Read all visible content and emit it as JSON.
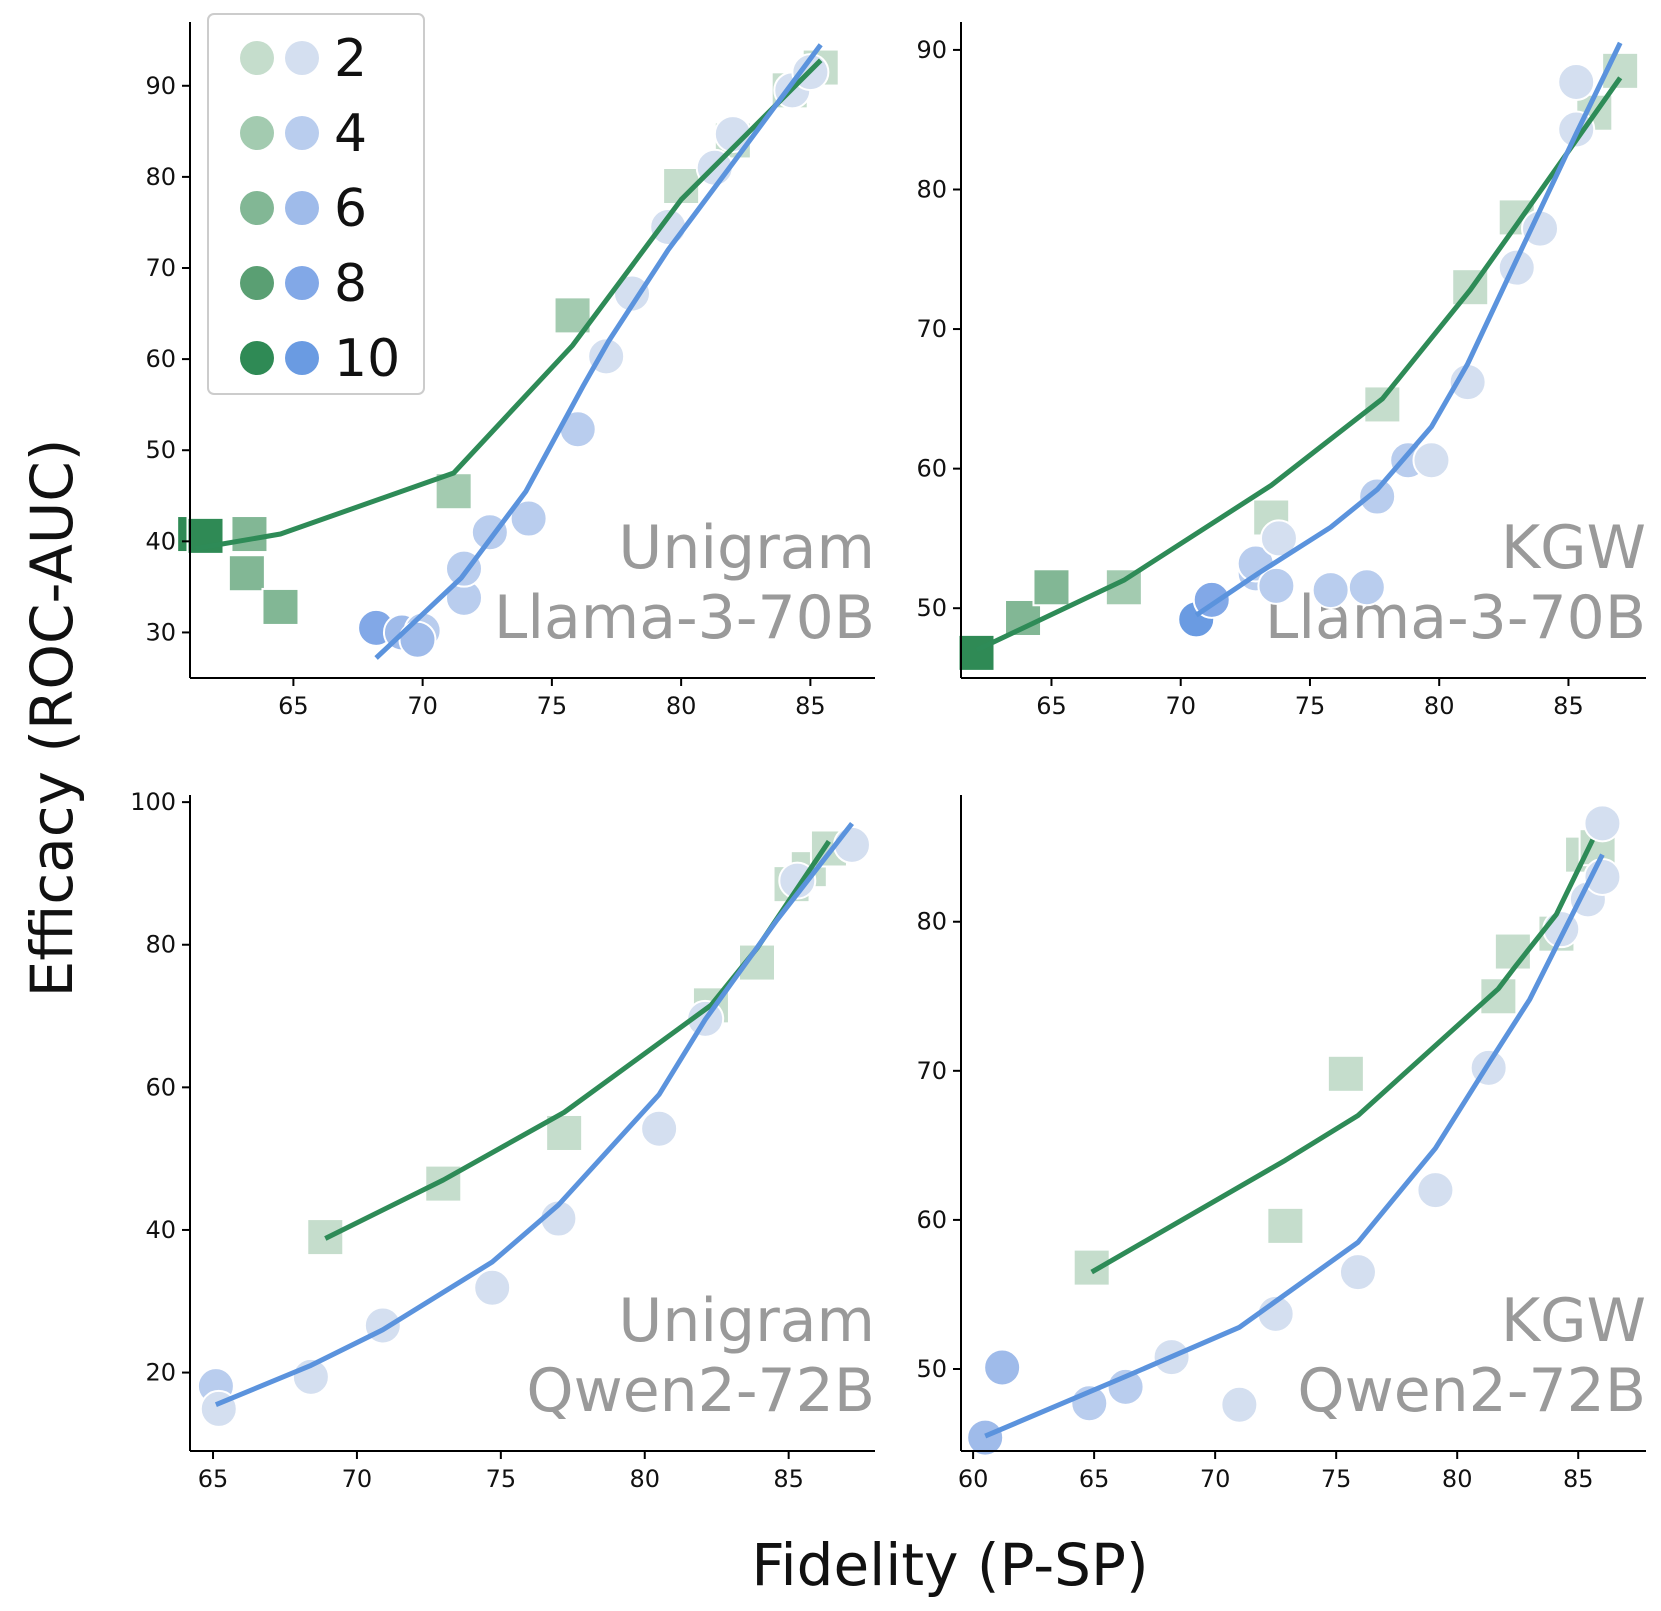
{
  "figure": {
    "xlabel": "Fidelity (P-SP)",
    "ylabel": "Efficacy (ROC-AUC)"
  },
  "legend": {
    "placement": "upper-left of top-left panel",
    "entries": [
      {
        "label": "2",
        "green": "#c5ddcc",
        "blue": "#d4dff0"
      },
      {
        "label": "4",
        "green": "#a3cbb0",
        "blue": "#b9cdee"
      },
      {
        "label": "6",
        "green": "#82b795",
        "blue": "#9fbbea"
      },
      {
        "label": "8",
        "green": "#5a9f73",
        "blue": "#82a8e7"
      },
      {
        "label": "10",
        "green": "#2f8a55",
        "blue": "#6a9be2"
      }
    ]
  },
  "colors": {
    "green_line": "#2e8b57",
    "blue_line": "#5b93dd",
    "watermark": "#9a9a9a"
  },
  "chart_data": [
    {
      "type": "scatter",
      "title_watermark": [
        "Unigram",
        "Llama-3-70B"
      ],
      "xlim": [
        61,
        87.5
      ],
      "ylim": [
        25,
        97
      ],
      "xticks": [
        65,
        70,
        75,
        80,
        85
      ],
      "yticks": [
        30,
        40,
        50,
        60,
        70,
        80,
        90
      ],
      "squares": [
        {
          "x": 61.2,
          "y": 40.8,
          "level": 10
        },
        {
          "x": 61.6,
          "y": 40.6,
          "level": 10
        },
        {
          "x": 63.3,
          "y": 40.8,
          "level": 6
        },
        {
          "x": 63.2,
          "y": 36.5,
          "level": 6
        },
        {
          "x": 64.5,
          "y": 32.8,
          "level": 6
        },
        {
          "x": 71.2,
          "y": 45.5,
          "level": 4
        },
        {
          "x": 75.8,
          "y": 64.8,
          "level": 4
        },
        {
          "x": 80.0,
          "y": 79.0,
          "level": 2
        },
        {
          "x": 82.0,
          "y": 84.0,
          "level": 2
        },
        {
          "x": 84.2,
          "y": 89.5,
          "level": 2
        },
        {
          "x": 85.4,
          "y": 92.0,
          "level": 2
        }
      ],
      "circles": [
        {
          "x": 68.2,
          "y": 30.5,
          "level": 8
        },
        {
          "x": 69.2,
          "y": 30.0,
          "level": 6
        },
        {
          "x": 70.0,
          "y": 30.2,
          "level": 4
        },
        {
          "x": 69.8,
          "y": 29.2,
          "level": 6
        },
        {
          "x": 71.6,
          "y": 33.8,
          "level": 4
        },
        {
          "x": 71.6,
          "y": 37.0,
          "level": 4
        },
        {
          "x": 72.6,
          "y": 41.0,
          "level": 4
        },
        {
          "x": 74.1,
          "y": 42.5,
          "level": 4
        },
        {
          "x": 76.0,
          "y": 52.3,
          "level": 4
        },
        {
          "x": 77.1,
          "y": 60.3,
          "level": 2
        },
        {
          "x": 78.1,
          "y": 67.2,
          "level": 2
        },
        {
          "x": 79.5,
          "y": 74.5,
          "level": 2
        },
        {
          "x": 81.3,
          "y": 81.0,
          "level": 2
        },
        {
          "x": 82.0,
          "y": 84.7,
          "level": 2
        },
        {
          "x": 84.3,
          "y": 89.5,
          "level": 2
        },
        {
          "x": 85.0,
          "y": 91.5,
          "level": 2
        }
      ],
      "green_line": [
        [
          61.2,
          39.2
        ],
        [
          64.5,
          40.8
        ],
        [
          71.2,
          47.5
        ],
        [
          75.8,
          61.5
        ],
        [
          80.0,
          77.5
        ],
        [
          85.4,
          92.8
        ]
      ],
      "blue_line": [
        [
          68.2,
          27.2
        ],
        [
          71.5,
          36.0
        ],
        [
          74.0,
          45.5
        ],
        [
          76.2,
          57.0
        ],
        [
          77.2,
          62.0
        ],
        [
          79.5,
          72.0
        ],
        [
          82.0,
          81.5
        ],
        [
          85.4,
          94.5
        ]
      ]
    },
    {
      "type": "scatter",
      "title_watermark": [
        "KGW",
        "Llama-3-70B"
      ],
      "xlim": [
        61.5,
        88
      ],
      "ylim": [
        45,
        92
      ],
      "xticks": [
        65,
        70,
        75,
        80,
        85
      ],
      "yticks": [
        50,
        60,
        70,
        80,
        90
      ],
      "squares": [
        {
          "x": 62.1,
          "y": 46.8,
          "level": 10
        },
        {
          "x": 63.9,
          "y": 49.3,
          "level": 6
        },
        {
          "x": 65.0,
          "y": 51.5,
          "level": 6
        },
        {
          "x": 67.8,
          "y": 51.5,
          "level": 4
        },
        {
          "x": 73.5,
          "y": 56.5,
          "level": 2
        },
        {
          "x": 77.8,
          "y": 64.6,
          "level": 2
        },
        {
          "x": 81.2,
          "y": 73.0,
          "level": 2
        },
        {
          "x": 83.0,
          "y": 78.0,
          "level": 2
        },
        {
          "x": 86.0,
          "y": 85.5,
          "level": 2
        },
        {
          "x": 87.0,
          "y": 88.5,
          "level": 2
        }
      ],
      "circles": [
        {
          "x": 70.6,
          "y": 49.2,
          "level": 10
        },
        {
          "x": 71.2,
          "y": 50.6,
          "level": 8
        },
        {
          "x": 72.9,
          "y": 52.5,
          "level": 4
        },
        {
          "x": 72.9,
          "y": 53.2,
          "level": 4
        },
        {
          "x": 73.7,
          "y": 51.6,
          "level": 4
        },
        {
          "x": 73.8,
          "y": 55.0,
          "level": 2
        },
        {
          "x": 75.8,
          "y": 51.3,
          "level": 4
        },
        {
          "x": 77.2,
          "y": 51.5,
          "level": 4
        },
        {
          "x": 77.6,
          "y": 58.0,
          "level": 4
        },
        {
          "x": 78.8,
          "y": 60.6,
          "level": 4
        },
        {
          "x": 79.7,
          "y": 60.6,
          "level": 2
        },
        {
          "x": 81.1,
          "y": 66.2,
          "level": 2
        },
        {
          "x": 83.0,
          "y": 74.4,
          "level": 2
        },
        {
          "x": 83.9,
          "y": 77.2,
          "level": 2
        },
        {
          "x": 85.3,
          "y": 84.3,
          "level": 2
        },
        {
          "x": 85.3,
          "y": 87.7,
          "level": 2
        }
      ],
      "green_line": [
        [
          62.1,
          47.0
        ],
        [
          67.8,
          52.0
        ],
        [
          73.5,
          58.8
        ],
        [
          77.8,
          65.0
        ],
        [
          81.2,
          72.8
        ],
        [
          83.0,
          77.5
        ],
        [
          87.0,
          88.0
        ]
      ],
      "blue_line": [
        [
          70.6,
          49.5
        ],
        [
          73.0,
          52.5
        ],
        [
          75.8,
          55.8
        ],
        [
          77.6,
          58.5
        ],
        [
          79.7,
          63.0
        ],
        [
          81.1,
          67.5
        ],
        [
          83.0,
          75.0
        ],
        [
          85.3,
          84.0
        ],
        [
          87.0,
          90.5
        ]
      ]
    },
    {
      "type": "scatter",
      "title_watermark": [
        "Unigram",
        "Qwen2-72B"
      ],
      "xlim": [
        64.2,
        88
      ],
      "ylim": [
        9,
        101
      ],
      "xticks": [
        65,
        70,
        75,
        80,
        85
      ],
      "yticks": [
        20,
        40,
        60,
        80,
        100
      ],
      "squares": [
        {
          "x": 68.9,
          "y": 39.0,
          "level": 2
        },
        {
          "x": 73.0,
          "y": 46.5,
          "level": 2
        },
        {
          "x": 77.2,
          "y": 53.6,
          "level": 2
        },
        {
          "x": 82.3,
          "y": 71.5,
          "level": 2
        },
        {
          "x": 83.9,
          "y": 77.5,
          "level": 2
        },
        {
          "x": 85.1,
          "y": 88.5,
          "level": 2
        },
        {
          "x": 85.7,
          "y": 90.6,
          "level": 2
        },
        {
          "x": 86.4,
          "y": 93.5,
          "level": 2
        }
      ],
      "circles": [
        {
          "x": 65.1,
          "y": 18.1,
          "level": 4
        },
        {
          "x": 65.2,
          "y": 14.9,
          "level": 2
        },
        {
          "x": 68.4,
          "y": 19.4,
          "level": 2
        },
        {
          "x": 70.9,
          "y": 26.6,
          "level": 2
        },
        {
          "x": 74.7,
          "y": 31.9,
          "level": 2
        },
        {
          "x": 77.0,
          "y": 41.6,
          "level": 2
        },
        {
          "x": 80.5,
          "y": 54.2,
          "level": 2
        },
        {
          "x": 82.1,
          "y": 69.6,
          "level": 2
        },
        {
          "x": 85.3,
          "y": 89.0,
          "level": 2
        },
        {
          "x": 87.2,
          "y": 94.0,
          "level": 2
        }
      ],
      "green_line": [
        [
          68.9,
          38.8
        ],
        [
          73.0,
          47.0
        ],
        [
          77.2,
          56.5
        ],
        [
          82.3,
          71.5
        ],
        [
          83.9,
          79.5
        ],
        [
          86.4,
          94.5
        ]
      ],
      "blue_line": [
        [
          65.1,
          15.5
        ],
        [
          68.4,
          21.0
        ],
        [
          70.9,
          26.0
        ],
        [
          74.7,
          35.5
        ],
        [
          77.0,
          43.5
        ],
        [
          80.5,
          59.0
        ],
        [
          82.1,
          69.5
        ],
        [
          84.6,
          83.5
        ],
        [
          87.2,
          97.0
        ]
      ]
    },
    {
      "type": "scatter",
      "title_watermark": [
        "KGW",
        "Qwen2-72B"
      ],
      "xlim": [
        59.5,
        87.8
      ],
      "ylim": [
        44.5,
        88.5
      ],
      "xticks": [
        60,
        65,
        70,
        75,
        80,
        85
      ],
      "yticks": [
        50,
        60,
        70,
        80
      ],
      "squares": [
        {
          "x": 64.9,
          "y": 56.8,
          "level": 2
        },
        {
          "x": 72.9,
          "y": 59.6,
          "level": 2
        },
        {
          "x": 75.4,
          "y": 69.8,
          "level": 2
        },
        {
          "x": 81.7,
          "y": 75.0,
          "level": 2
        },
        {
          "x": 82.3,
          "y": 78.0,
          "level": 2
        },
        {
          "x": 84.1,
          "y": 79.2,
          "level": 2
        },
        {
          "x": 85.2,
          "y": 84.5,
          "level": 2
        },
        {
          "x": 85.8,
          "y": 85.0,
          "level": 2
        }
      ],
      "circles": [
        {
          "x": 60.5,
          "y": 45.4,
          "level": 6
        },
        {
          "x": 61.2,
          "y": 50.1,
          "level": 6
        },
        {
          "x": 64.8,
          "y": 47.7,
          "level": 4
        },
        {
          "x": 66.3,
          "y": 48.8,
          "level": 4
        },
        {
          "x": 68.2,
          "y": 50.8,
          "level": 2
        },
        {
          "x": 71.0,
          "y": 47.6,
          "level": 2
        },
        {
          "x": 72.5,
          "y": 53.7,
          "level": 2
        },
        {
          "x": 75.9,
          "y": 56.5,
          "level": 2
        },
        {
          "x": 79.1,
          "y": 62.0,
          "level": 2
        },
        {
          "x": 81.3,
          "y": 70.2,
          "level": 2
        },
        {
          "x": 84.3,
          "y": 79.5,
          "level": 2
        },
        {
          "x": 85.4,
          "y": 81.5,
          "level": 2
        },
        {
          "x": 86.0,
          "y": 83.0,
          "level": 2
        },
        {
          "x": 86.0,
          "y": 86.6,
          "level": 2
        }
      ],
      "green_line": [
        [
          64.9,
          56.5
        ],
        [
          72.9,
          64.0
        ],
        [
          75.9,
          67.0
        ],
        [
          81.7,
          75.5
        ],
        [
          82.4,
          77.0
        ],
        [
          84.1,
          80.5
        ],
        [
          85.6,
          85.5
        ]
      ],
      "blue_line": [
        [
          60.5,
          45.5
        ],
        [
          66.3,
          49.5
        ],
        [
          71.0,
          52.8
        ],
        [
          75.9,
          58.5
        ],
        [
          79.1,
          64.8
        ],
        [
          81.3,
          70.5
        ],
        [
          83.0,
          74.8
        ],
        [
          86.0,
          84.5
        ]
      ]
    }
  ]
}
